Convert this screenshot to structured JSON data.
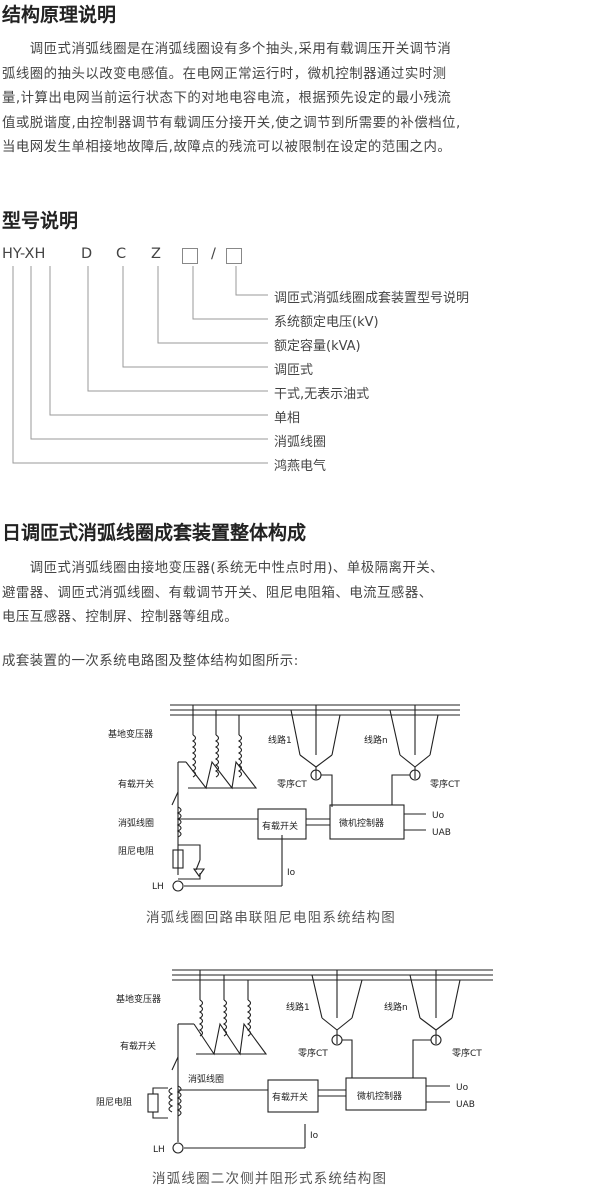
{
  "section1": {
    "title": "结构原理说明",
    "lines": [
      "　　调匝式消弧线圈是在消弧线圈设有多个抽头,采用有载调压开关调节消",
      "弧线圈的抽头以改变电感值。在电网正常运行时，微机控制器通过实时测",
      "量,计算出电网当前运行状态下的对地电容电流，根据预先设定的最小残流",
      "值或脱谐度,由控制器调节有载调压分接开关,使之调节到所需要的补偿档位,",
      "当电网发生单相接地故障后,故障点的残流可以被限制在设定的范围之内。"
    ]
  },
  "section2": {
    "title": "型号说明",
    "code": {
      "hyxh": "HY-XH",
      "d": "D",
      "c": "C",
      "z": "Z",
      "slash": "/"
    },
    "labels": [
      "调匝式消弧线圈成套装置型号说明",
      "系统额定电压(kV)",
      "额定容量(kVA)",
      "调匝式",
      "干式,无表示油式",
      "单相",
      "消弧线圈",
      "鸿燕电气"
    ]
  },
  "section3": {
    "title": "日调匝式消弧线圈成套装置整体构成",
    "lines": [
      "　　调匝式消弧线圈由接地变压器(系统无中性点时用)、单极隔离开关、",
      "避雷器、调匝式消弧线圈、有载调节开关、阻尼电阻箱、电流互感器、",
      "电压互感器、控制屏、控制器等组成。"
    ],
    "intro": "成套装置的一次系统电路图及整体结构如图所示:"
  },
  "diagram1": {
    "caption": "消弧线圈回路串联阻尼电阻系统结构图",
    "labels": {
      "transformer": "基地变压器",
      "tap_switch": "有载开关",
      "coil": "消弧线圈",
      "damping": "阻尼电阻",
      "lh": "LH",
      "line1": "线路1",
      "linen": "线路n",
      "ct1": "零序CT",
      "ct2": "零序CT",
      "box_switch": "有载开关",
      "box_controller": "微机控制器",
      "uo": "Uo",
      "uab": "UAB",
      "io": "Io"
    }
  },
  "diagram2": {
    "caption": "消弧线圈二次侧并阻形式系统结构图",
    "labels": {
      "transformer": "基地变压器",
      "tap_switch": "有载开关",
      "coil": "消弧线圈",
      "damping": "阻尼电阻",
      "lh": "LH",
      "line1": "线路1",
      "linen": "线路n",
      "ct1": "零序CT",
      "ct2": "零序CT",
      "box_switch": "有载开关",
      "box_controller": "微机控制器",
      "uo": "Uo",
      "uab": "UAB",
      "io": "Io"
    }
  }
}
